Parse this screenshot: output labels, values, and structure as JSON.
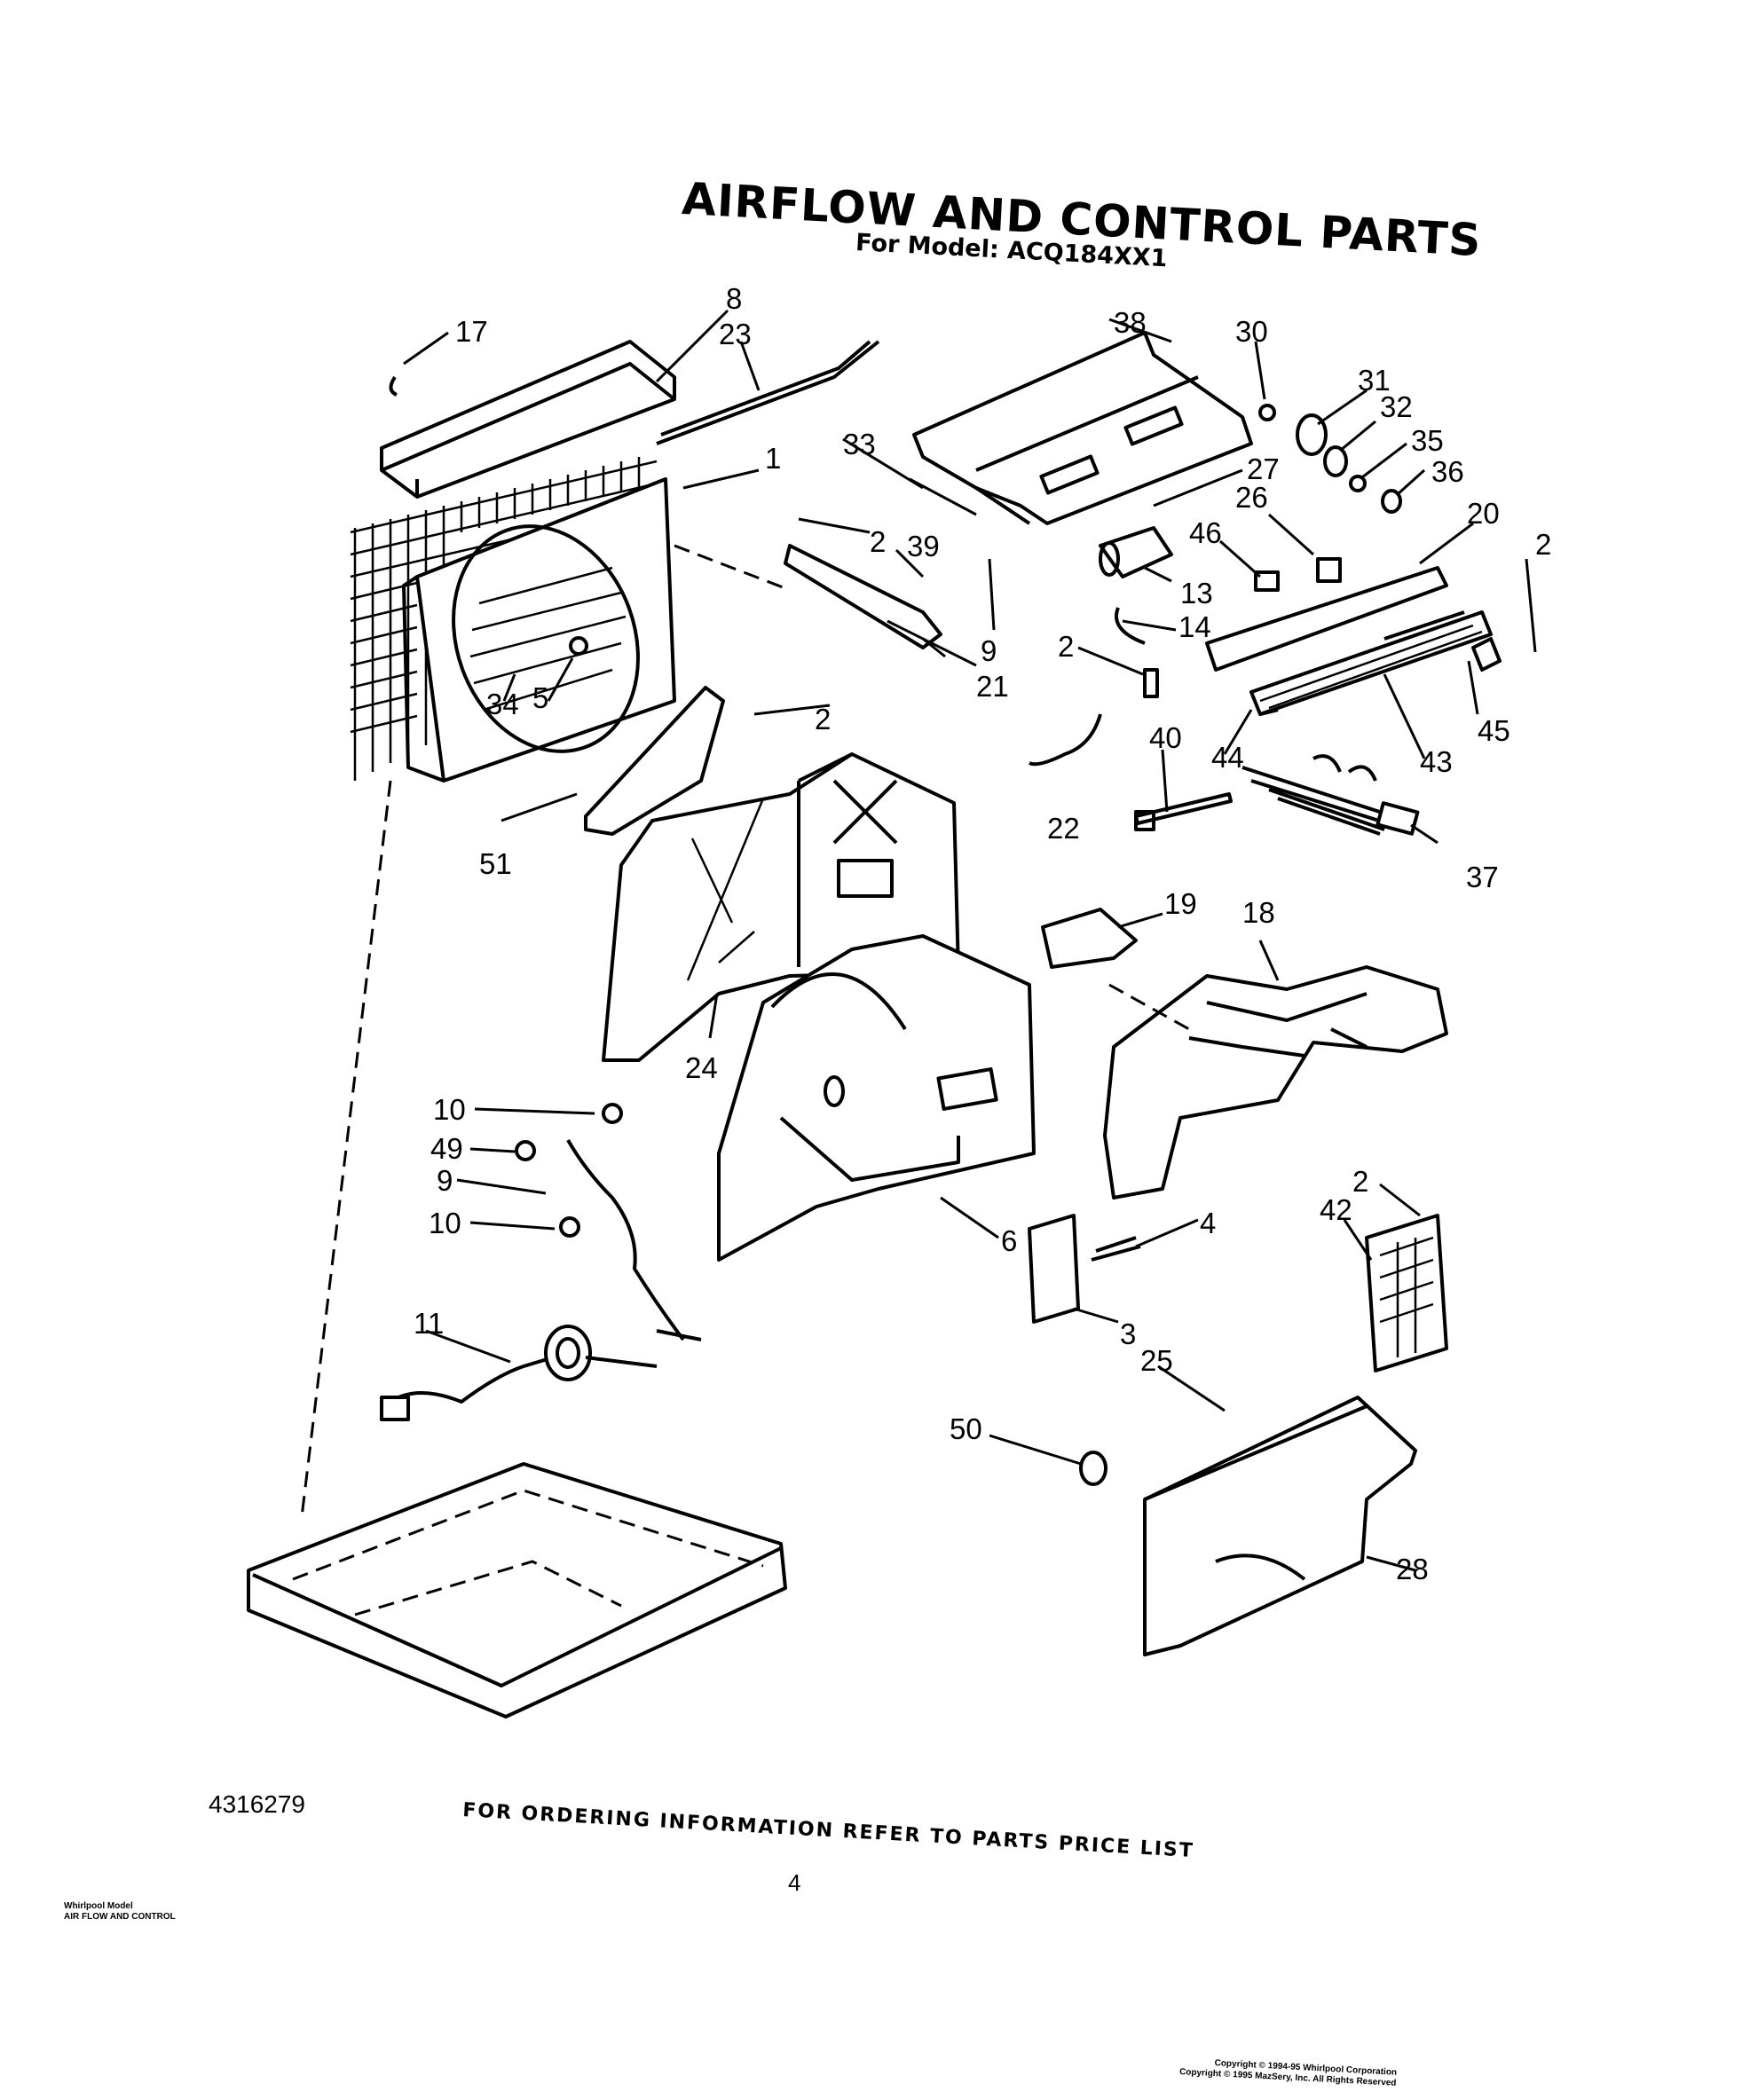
{
  "title": "AIRFLOW AND CONTROL PARTS",
  "subtitle": "For Model: ACQ184XX1",
  "footer": {
    "part_number": "4316279",
    "ordering_note": "FOR ORDERING INFORMATION REFER TO PARTS PRICE LIST",
    "page_number": "4",
    "model_line_1": "Whirlpool Model",
    "model_line_2": "AIR FLOW AND CONTROL",
    "copyright_line_1": "Copyright © 1994-95 Whirlpool Corporation",
    "copyright_line_2": "Copyright © 1995 MazSery, Inc.  All Rights Reserved"
  },
  "callouts": [
    {
      "id": "c1",
      "label": "1"
    },
    {
      "id": "c2a",
      "label": "2"
    },
    {
      "id": "c2b",
      "label": "2"
    },
    {
      "id": "c2c",
      "label": "2"
    },
    {
      "id": "c2d",
      "label": "2"
    },
    {
      "id": "c2e",
      "label": "2"
    },
    {
      "id": "c3",
      "label": "3"
    },
    {
      "id": "c4",
      "label": "4"
    },
    {
      "id": "c5",
      "label": "5"
    },
    {
      "id": "c6",
      "label": "6"
    },
    {
      "id": "c8",
      "label": "8"
    },
    {
      "id": "c9a",
      "label": "9"
    },
    {
      "id": "c9b",
      "label": "9"
    },
    {
      "id": "c10a",
      "label": "10"
    },
    {
      "id": "c10b",
      "label": "10"
    },
    {
      "id": "c11",
      "label": "11"
    },
    {
      "id": "c13",
      "label": "13"
    },
    {
      "id": "c14",
      "label": "14"
    },
    {
      "id": "c17",
      "label": "17"
    },
    {
      "id": "c18",
      "label": "18"
    },
    {
      "id": "c19",
      "label": "19"
    },
    {
      "id": "c20",
      "label": "20"
    },
    {
      "id": "c21",
      "label": "21"
    },
    {
      "id": "c22",
      "label": "22"
    },
    {
      "id": "c23",
      "label": "23"
    },
    {
      "id": "c24",
      "label": "24"
    },
    {
      "id": "c25",
      "label": "25"
    },
    {
      "id": "c26",
      "label": "26"
    },
    {
      "id": "c27",
      "label": "27"
    },
    {
      "id": "c28",
      "label": "28"
    },
    {
      "id": "c30",
      "label": "30"
    },
    {
      "id": "c31",
      "label": "31"
    },
    {
      "id": "c32",
      "label": "32"
    },
    {
      "id": "c33",
      "label": "33"
    },
    {
      "id": "c34",
      "label": "34"
    },
    {
      "id": "c35",
      "label": "35"
    },
    {
      "id": "c36",
      "label": "36"
    },
    {
      "id": "c37",
      "label": "37"
    },
    {
      "id": "c38",
      "label": "38"
    },
    {
      "id": "c39",
      "label": "39"
    },
    {
      "id": "c40",
      "label": "40"
    },
    {
      "id": "c42",
      "label": "42"
    },
    {
      "id": "c43",
      "label": "43"
    },
    {
      "id": "c44",
      "label": "44"
    },
    {
      "id": "c45",
      "label": "45"
    },
    {
      "id": "c46",
      "label": "46"
    },
    {
      "id": "c49",
      "label": "49"
    },
    {
      "id": "c50",
      "label": "50"
    },
    {
      "id": "c51",
      "label": "51"
    }
  ]
}
